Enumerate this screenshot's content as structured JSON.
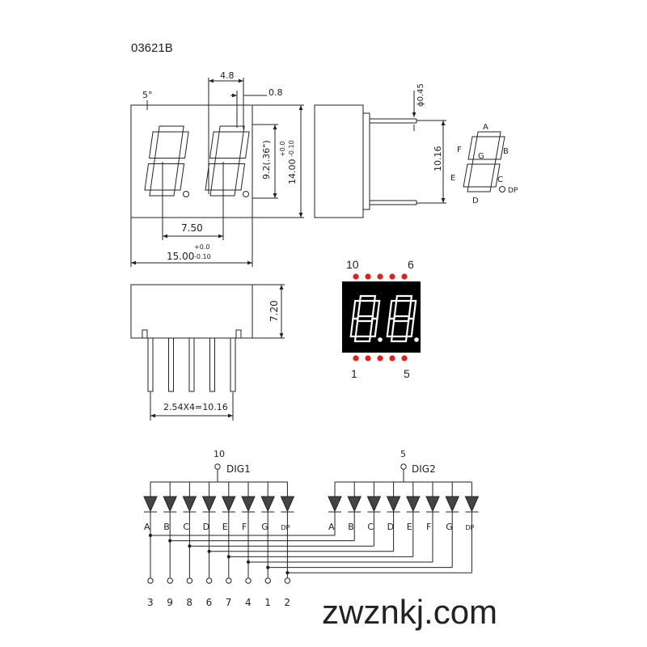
{
  "part_number": "03621B",
  "watermark": "zwznkj.com",
  "front_view": {
    "angle_label": "5°",
    "digit_width_label": "4.8",
    "segment_width_label": "0.8",
    "char_height_label": "9.2(.36\")",
    "height_label": "14.00",
    "height_tol_upper": "+0.0",
    "height_tol_lower": "-0.10",
    "pitch_label": "7.50",
    "width_label": "15.00",
    "width_tol_upper": "+0.0",
    "width_tol_lower": "-0.10"
  },
  "side_view": {
    "pin_dia_label": "ϕ0.45",
    "pin_span_label": "10.16"
  },
  "bottom_view": {
    "depth_label": "7.20",
    "pin_pitch_label": "2.54X4=10.16"
  },
  "segment_legend": [
    "A",
    "B",
    "C",
    "D",
    "E",
    "F",
    "G",
    "DP"
  ],
  "photo": {
    "top_left_pin": "10",
    "top_right_pin": "6",
    "bottom_left_pin": "1",
    "bottom_right_pin": "5",
    "display_text": "8.8.",
    "pin_dot_color": "#e0201a",
    "segment_color": "#ffffff",
    "body_color": "#000000"
  },
  "schematic": {
    "dig1_pin": "10",
    "dig1_label": "DIG1",
    "dig2_pin": "5",
    "dig2_label": "DIG2",
    "segments": [
      "A",
      "B",
      "C",
      "D",
      "E",
      "F",
      "G",
      "DP"
    ],
    "segment_pins": [
      "3",
      "9",
      "8",
      "6",
      "7",
      "4",
      "1",
      "2"
    ]
  }
}
